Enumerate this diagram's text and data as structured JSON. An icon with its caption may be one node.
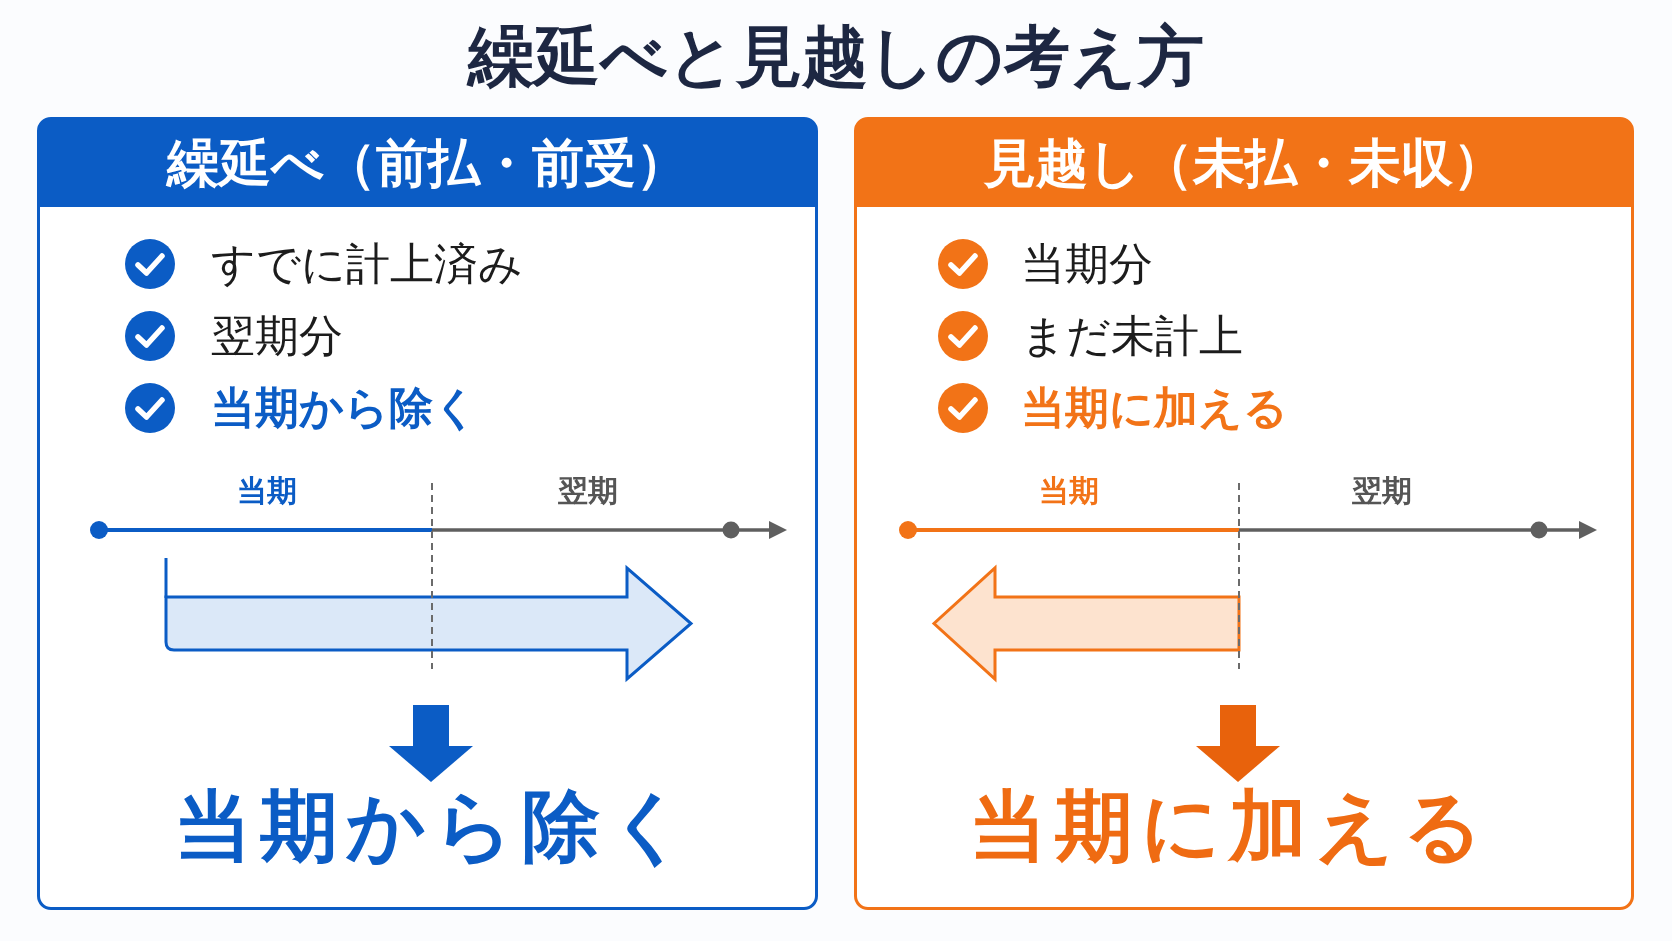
{
  "diagram": {
    "title": "繰延べと見越しの考え方",
    "nodes": [
      {
        "text": [
          "繰延べ（前払・前受）",
          "すでに計上済み",
          "翌期分",
          "当期から除く"
        ]
      },
      {
        "text": [
          "当期から除く"
        ],
        "in": 0
      },
      {
        "text": [
          "見越し（未払・未収）",
          "当期分",
          "まだ未計上",
          "当期に加える"
        ]
      },
      {
        "text": [
          "当期に加える"
        ],
        "in": 2
      }
    ],
    "edges": [
      {
        "from": null,
        "to": 1,
        "arrow": "to",
        "color": "#0b5cc5"
      },
      {
        "from": null,
        "to": 3,
        "arrow": "to",
        "color": "#e8620c"
      }
    ],
    "labels": [
      "当期",
      "翌期",
      "当期",
      "翌期"
    ]
  }
}
